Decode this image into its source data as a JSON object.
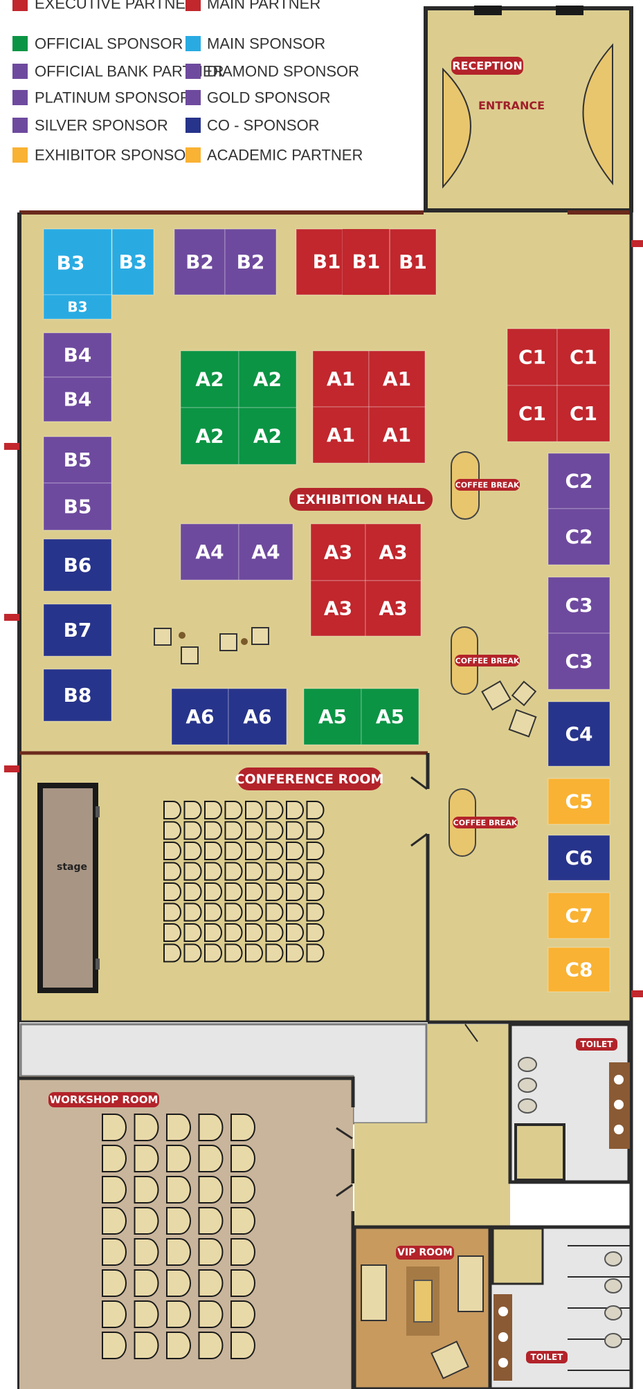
{
  "colors": {
    "red": "#c1272d",
    "green": "#0b9444",
    "cyan": "#29abe2",
    "purple": "#6e4a9e",
    "navy": "#27348b",
    "orange": "#f9b233",
    "floor": "#dccd8f",
    "wall": "#1a1a1a",
    "workshop": "#c9b59b",
    "vip": "#c89a5e",
    "toilet": "#e6e6e6",
    "tag": "#b3232a"
  },
  "legend": {
    "left": [
      {
        "label": "EXECUTIVE PARTNER",
        "color": "red"
      },
      {
        "label": "OFFICIAL SPONSOR",
        "color": "green"
      },
      {
        "label": "OFFICIAL BANK PARTNER",
        "color": "purple"
      },
      {
        "label": "PLATINUM SPONSOR",
        "color": "purple"
      },
      {
        "label": "SILVER SPONSOR",
        "color": "purple"
      },
      {
        "label": "EXHIBITOR SPONSOR",
        "color": "orange"
      }
    ],
    "right": [
      {
        "label": "MAIN PARTNER",
        "color": "red"
      },
      {
        "label": "MAIN SPONSOR",
        "color": "cyan"
      },
      {
        "label": "DIAMOND SPONSOR",
        "color": "purple"
      },
      {
        "label": "GOLD SPONSOR",
        "color": "purple"
      },
      {
        "label": "CO - SPONSOR",
        "color": "navy"
      },
      {
        "label": "ACADEMIC PARTNER",
        "color": "orange"
      }
    ]
  },
  "rooms": {
    "reception": "RECEPTION",
    "entrance": "ENTRANCE",
    "exhibition_hall": "EXHIBITION HALL",
    "conference_room": "CONFERENCE ROOM",
    "stage": "stage",
    "workshop_room": "WORKSHOP ROOM",
    "vip_room": "VIP ROOM",
    "toilet_1": "TOILET",
    "toilet_2": "TOILET",
    "coffee_break_1": "COFFEE BREAK",
    "coffee_break_2": "COFFEE BREAK",
    "coffee_break_3": "COFFEE BREAK"
  },
  "booths": [
    {
      "label": "B3",
      "color": "cyan"
    },
    {
      "label": "B3",
      "color": "cyan"
    },
    {
      "label": "B3",
      "color": "cyan"
    },
    {
      "label": "B2",
      "color": "purple"
    },
    {
      "label": "B2",
      "color": "purple"
    },
    {
      "label": "B1",
      "color": "red"
    },
    {
      "label": "B1",
      "color": "red"
    },
    {
      "label": "B1",
      "color": "red"
    },
    {
      "label": "B4",
      "color": "purple"
    },
    {
      "label": "B4",
      "color": "purple"
    },
    {
      "label": "B5",
      "color": "purple"
    },
    {
      "label": "B5",
      "color": "purple"
    },
    {
      "label": "B6",
      "color": "navy"
    },
    {
      "label": "B7",
      "color": "navy"
    },
    {
      "label": "B8",
      "color": "navy"
    },
    {
      "label": "A2",
      "color": "green"
    },
    {
      "label": "A2",
      "color": "green"
    },
    {
      "label": "A2",
      "color": "green"
    },
    {
      "label": "A2",
      "color": "green"
    },
    {
      "label": "A1",
      "color": "red"
    },
    {
      "label": "A1",
      "color": "red"
    },
    {
      "label": "A1",
      "color": "red"
    },
    {
      "label": "A1",
      "color": "red"
    },
    {
      "label": "A4",
      "color": "purple"
    },
    {
      "label": "A4",
      "color": "purple"
    },
    {
      "label": "A3",
      "color": "red"
    },
    {
      "label": "A3",
      "color": "red"
    },
    {
      "label": "A3",
      "color": "red"
    },
    {
      "label": "A3",
      "color": "red"
    },
    {
      "label": "A6",
      "color": "navy"
    },
    {
      "label": "A6",
      "color": "navy"
    },
    {
      "label": "A5",
      "color": "green"
    },
    {
      "label": "A5",
      "color": "green"
    },
    {
      "label": "C1",
      "color": "red"
    },
    {
      "label": "C1",
      "color": "red"
    },
    {
      "label": "C1",
      "color": "red"
    },
    {
      "label": "C1",
      "color": "red"
    },
    {
      "label": "C2",
      "color": "purple"
    },
    {
      "label": "C2",
      "color": "purple"
    },
    {
      "label": "C3",
      "color": "purple"
    },
    {
      "label": "C3",
      "color": "purple"
    },
    {
      "label": "C4",
      "color": "navy"
    },
    {
      "label": "C5",
      "color": "orange"
    },
    {
      "label": "C6",
      "color": "navy"
    },
    {
      "label": "C7",
      "color": "orange"
    },
    {
      "label": "C8",
      "color": "orange"
    }
  ]
}
